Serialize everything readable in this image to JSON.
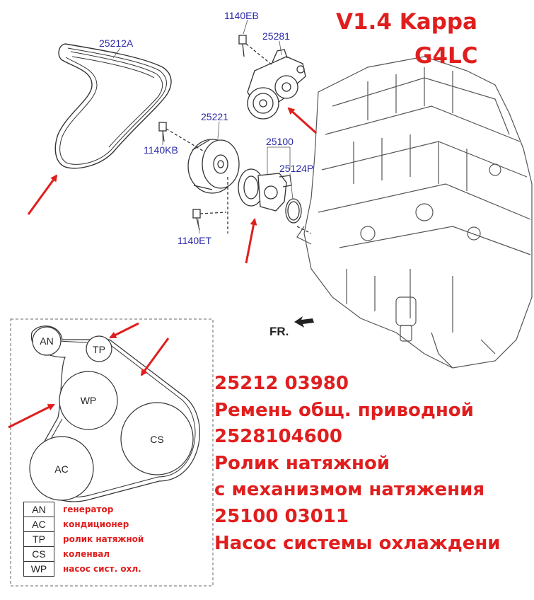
{
  "title": {
    "line1": "V1.4 Kappa",
    "line2": "G4LC"
  },
  "part_labels": {
    "p25212A": "25212A",
    "p1140EB": "1140EB",
    "p25281": "25281",
    "p25221": "25221",
    "p1140KB": "1140KB",
    "p25100": "25100",
    "p25124P": "25124P",
    "p1140ET": "1140ET"
  },
  "direction_label": "FR.",
  "belt_diagram": {
    "AN": "AN",
    "TP": "TP",
    "WP": "WP",
    "CS": "CS",
    "AC": "AC"
  },
  "legend": [
    {
      "code": "AN",
      "desc": "генератор"
    },
    {
      "code": "AC",
      "desc": "кондиционер"
    },
    {
      "code": "TP",
      "desc": "ролик натяжной"
    },
    {
      "code": "CS",
      "desc": "коленвал"
    },
    {
      "code": "WP",
      "desc": "насос сист. охл."
    }
  ],
  "info_lines": [
    "25212 03980",
    "Ремень общ. приводной",
    "2528104600",
    "Ролик натяжной",
    "с механизмом натяжения",
    "25100 03011",
    "Насос системы охлаждени"
  ],
  "colors": {
    "accent_red": "#e01e1e",
    "label_blue": "#2a2aa8"
  }
}
